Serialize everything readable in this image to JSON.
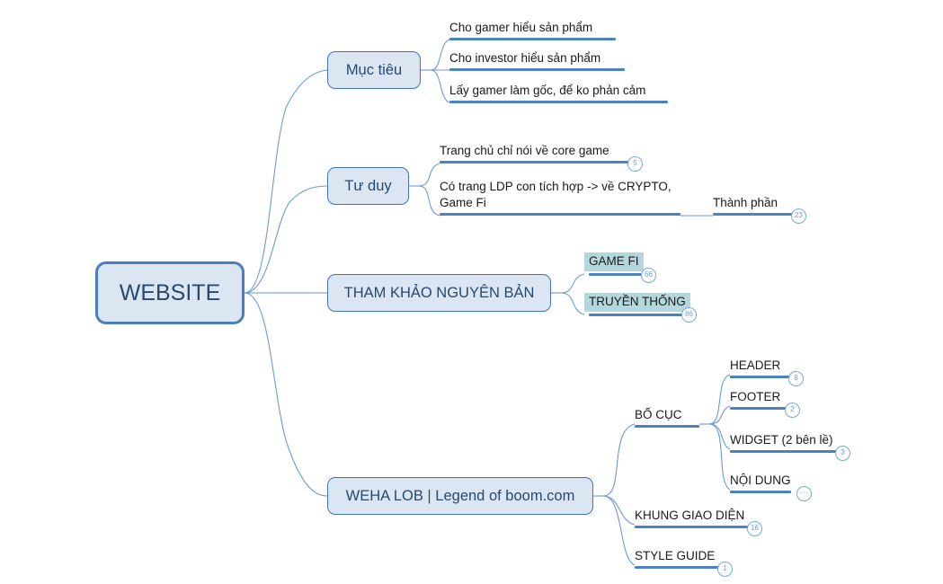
{
  "diagram": {
    "type": "mind-map",
    "title": "WEBSITE",
    "accent_color": "#4a82c3",
    "node_fill": "#dce6f2",
    "node_border": "#3f72b8",
    "highlight_color": "#b4d7de",
    "text_color": "#1a1a1a"
  },
  "root": {
    "label": "WEBSITE"
  },
  "branches": [
    {
      "label": "Mục tiêu",
      "children": [
        {
          "label": "Cho gamer hiểu sản phẩm",
          "badge": ""
        },
        {
          "label": "Cho investor hiểu sản phẩm",
          "badge": ""
        },
        {
          "label": "Lấy gamer làm gốc, để ko phản cảm",
          "badge": ""
        }
      ]
    },
    {
      "label": "Tư duy",
      "children": [
        {
          "label": "Trang chủ chỉ nói về core game",
          "badge": "5"
        },
        {
          "label": "Có trang LDP con tích hợp -> về CRYPTO, Game Fi",
          "badge": ""
        }
      ],
      "grandchild": {
        "label": "Thành phần",
        "badge": "23"
      }
    },
    {
      "label": "THAM KHẢO NGUYÊN BẢN",
      "children": [
        {
          "label": "GAME FI",
          "badge": "66",
          "highlight": true
        },
        {
          "label": "TRUYỀN THỐNG",
          "badge": "86",
          "highlight": true
        }
      ]
    },
    {
      "label": "WEHA LOB | Legend of boom.com",
      "children": [
        {
          "label": "BỐ CỤC",
          "badge": ""
        },
        {
          "label": "KHUNG GIAO DIỆN",
          "badge": "16"
        },
        {
          "label": "STYLE GUIDE",
          "badge": "1"
        }
      ],
      "layout_children": [
        {
          "label": "HEADER",
          "badge": "8"
        },
        {
          "label": "FOOTER",
          "badge": "2"
        },
        {
          "label": "WIDGET (2 bên lề)",
          "badge": "3"
        },
        {
          "label": "NỘI DUNG",
          "badge": "…"
        }
      ]
    }
  ]
}
